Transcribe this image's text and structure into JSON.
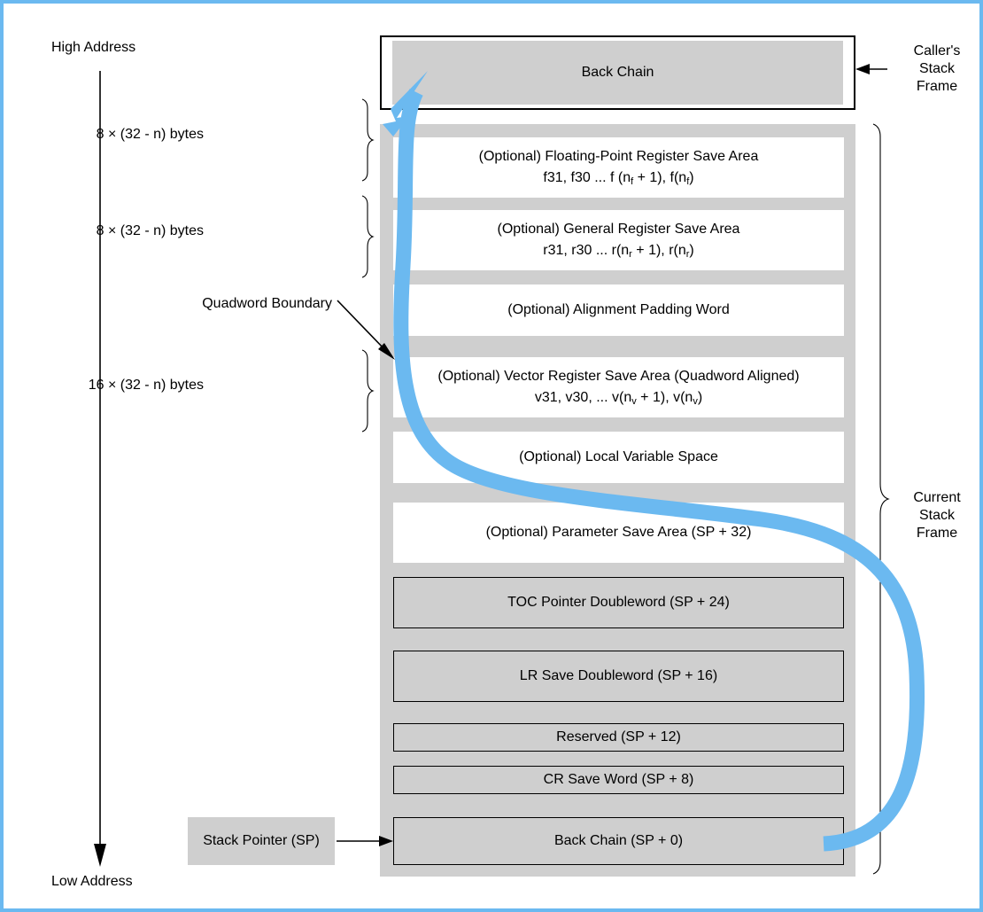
{
  "figure": {
    "title": "PowerPC 64-bit ELF ABI Stack Frame Layout",
    "accent_color": "#6bb9f0",
    "fill_gray": "#cfcfcf",
    "line_color": "#000000"
  },
  "axis": {
    "high_address": "High Address",
    "low_address": "Low Address"
  },
  "caller": {
    "frame_label_line1": "Caller's",
    "frame_label_line2": "Stack",
    "frame_label_line3": "Frame",
    "back_chain": "Back Chain"
  },
  "current": {
    "frame_label_line1": "Current",
    "frame_label_line2": "Stack",
    "frame_label_line3": "Frame"
  },
  "pointer": {
    "stack_pointer": "Stack Pointer (SP)"
  },
  "size_labels": [
    {
      "text": "8 × (32 - n) bytes"
    },
    {
      "text": "8 × (32 - n) bytes"
    },
    {
      "text": "16 × (32 - n) bytes"
    }
  ],
  "annotations": [
    {
      "text": "Quadword Boundary"
    }
  ],
  "rows": [
    {
      "id": "fpr-save-area",
      "style": "white",
      "line1": "(Optional) Floating-Point Register Save Area",
      "line2_parts": [
        {
          "t": "f31, f30 ... f (n"
        },
        {
          "sub": "f"
        },
        {
          "t": " + 1), f(n"
        },
        {
          "sub": "f"
        },
        {
          "t": ")"
        }
      ]
    },
    {
      "id": "gpr-save-area",
      "style": "white",
      "line1": "(Optional) General Register Save Area",
      "line2_parts": [
        {
          "t": "r31, r30 ... r(n"
        },
        {
          "sub": "r"
        },
        {
          "t": " + 1), r(n"
        },
        {
          "sub": "r"
        },
        {
          "t": ")"
        }
      ]
    },
    {
      "id": "alignment-padding-word",
      "style": "white",
      "line1": "(Optional) Alignment Padding Word",
      "line2_parts": []
    },
    {
      "id": "vector-register-save-area",
      "style": "white",
      "line1": "(Optional) Vector Register Save Area (Quadword Aligned)",
      "line2_parts": [
        {
          "t": "v31, v30, ... v(n"
        },
        {
          "sub": "v"
        },
        {
          "t": " + 1), v(n"
        },
        {
          "sub": "v"
        },
        {
          "t": ")"
        }
      ]
    },
    {
      "id": "local-variable-space",
      "style": "white",
      "line1": "(Optional) Local Variable Space",
      "line2_parts": []
    },
    {
      "id": "parameter-save-area",
      "style": "white",
      "line1": "(Optional) Parameter Save Area (SP + 32)",
      "line2_parts": []
    },
    {
      "id": "toc-pointer-doubleword",
      "style": "greyb",
      "line1": "TOC Pointer Doubleword (SP + 24)",
      "line2_parts": []
    },
    {
      "id": "lr-save-doubleword",
      "style": "greyb",
      "line1": "LR Save Doubleword (SP + 16)",
      "line2_parts": []
    },
    {
      "id": "reserved",
      "style": "greyb",
      "line1": "Reserved (SP + 12)",
      "line2_parts": []
    },
    {
      "id": "cr-save-word",
      "style": "greyb",
      "line1": "CR Save Word (SP + 8)",
      "line2_parts": []
    },
    {
      "id": "back-chain-sp0",
      "style": "greyb",
      "line1": "Back Chain (SP + 0)",
      "line2_parts": []
    }
  ]
}
